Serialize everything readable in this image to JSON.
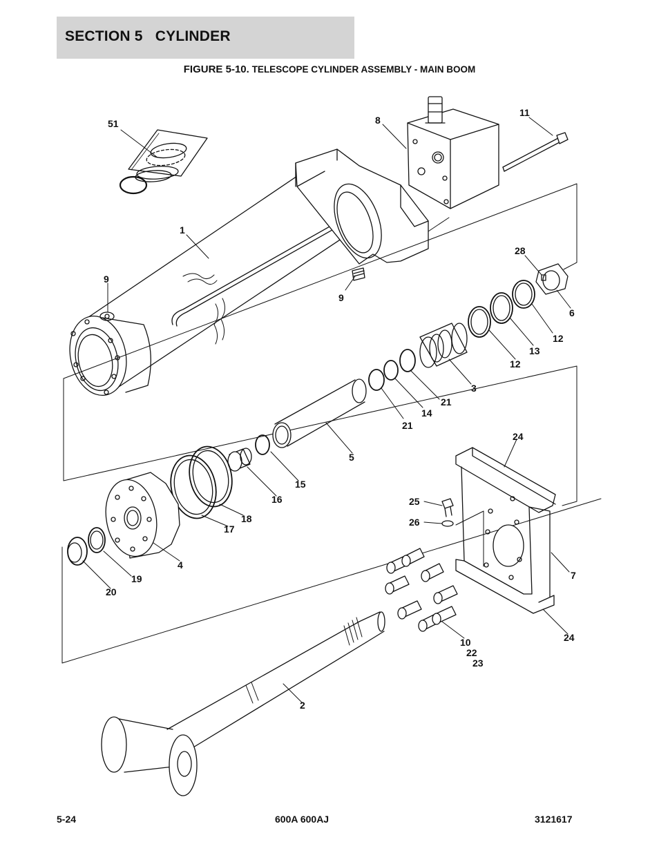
{
  "header": {
    "section_title": "SECTION 5   CYLINDER"
  },
  "figure": {
    "number": "FIGURE 5-10.",
    "caption": "TELESCOPE CYLINDER ASSEMBLY - MAIN BOOM"
  },
  "callouts": [
    "51",
    "8",
    "11",
    "1",
    "28",
    "9",
    "9",
    "6",
    "12",
    "13",
    "12",
    "3",
    "21",
    "14",
    "21",
    "5",
    "24",
    "15",
    "16",
    "25",
    "26",
    "18",
    "17",
    "4",
    "19",
    "20",
    "7",
    "10",
    "22",
    "23",
    "24",
    "2"
  ],
  "footer": {
    "page_number": "5-24",
    "model": "600A 600AJ",
    "doc_number": "3121617"
  }
}
